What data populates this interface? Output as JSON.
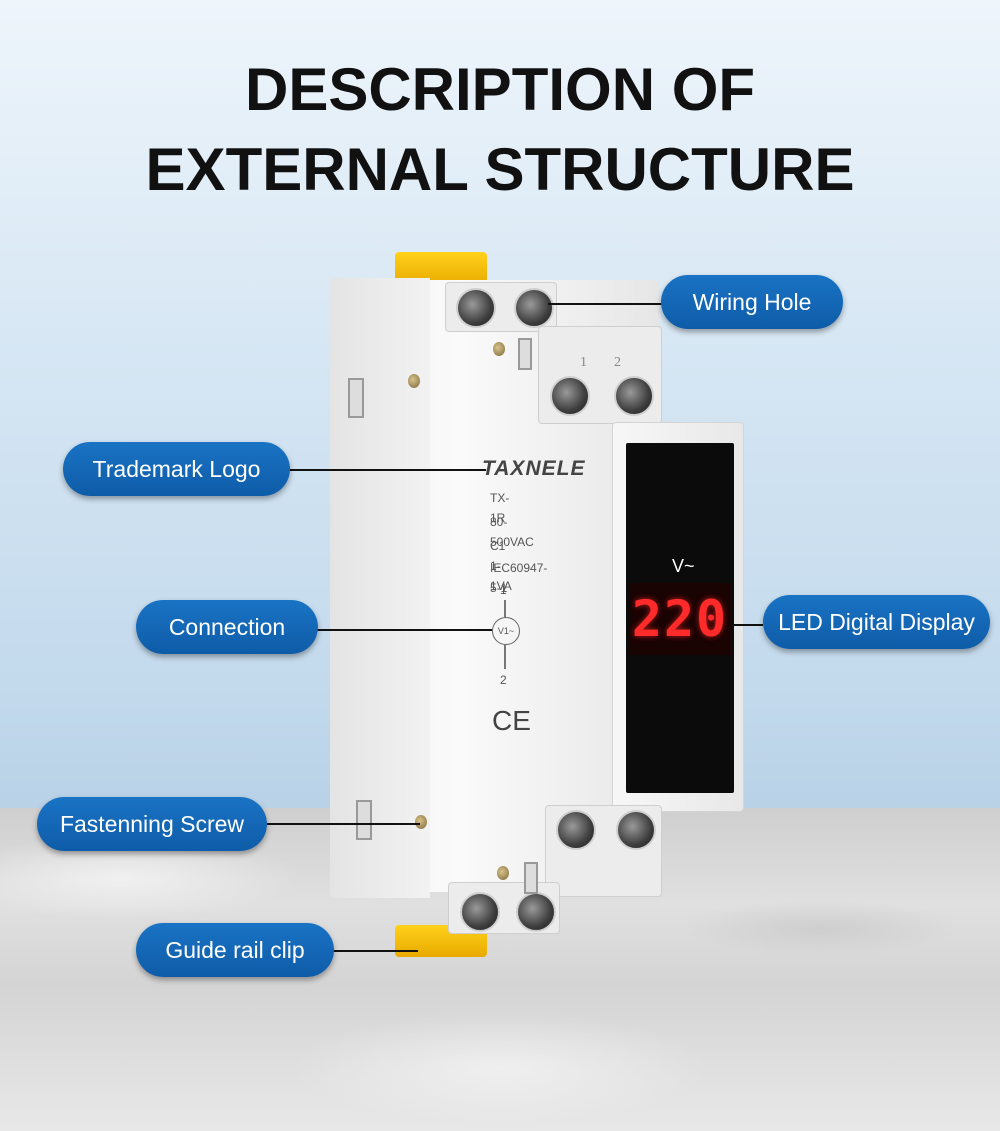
{
  "title": {
    "line1": "DESCRIPTION OF",
    "line2": "EXTERNAL STRUCTURE"
  },
  "callouts": {
    "wiring_hole": "Wiring Hole",
    "trademark_logo": "Trademark Logo",
    "connection": "Connection",
    "led_display": "LED Digital Display",
    "fastening_screw": "Fastenning Screw",
    "guide_rail_clip": "Guide rail clip"
  },
  "device": {
    "brand": "TAXNELE",
    "model": "TX-1R",
    "voltage_range": "80-500VAC",
    "consumption": "C1  1-1VA",
    "standard": "IEC60947-5-1",
    "terminal_top": "1",
    "terminal_bottom": "2",
    "symbol": "V1~",
    "ce_mark": "CE",
    "terminal_num_1": "1",
    "terminal_num_2": "2",
    "unit": "V~",
    "reading": "220"
  },
  "colors": {
    "callout_blue": "#1467b8",
    "led_red": "#ff2a2a",
    "clip_yellow": "#ffd21a"
  }
}
